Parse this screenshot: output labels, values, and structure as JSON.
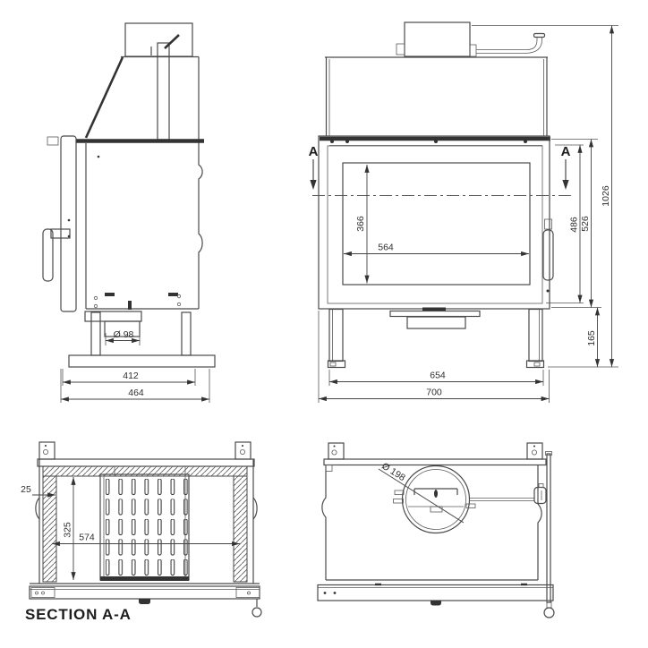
{
  "palette": {
    "background": "#ffffff",
    "line": "#4a4a4a",
    "dark_line": "#333333",
    "text": "#2f2f2f"
  },
  "views": {
    "side_view": {
      "dims": {
        "flue_diameter": "Ø 98",
        "base_width": "412",
        "overall_depth": "464"
      }
    },
    "front_view": {
      "marker": "A",
      "dims": {
        "glass_height": "366",
        "glass_width": "564",
        "firebox_height": "486",
        "body_height": "526",
        "overall_height": "1026",
        "leg_height": "165",
        "leg_span": "654",
        "overall_width": "700"
      }
    },
    "section_view": {
      "title": "SECTION A-A",
      "dims": {
        "wall_thickness": "25",
        "inner_depth": "325",
        "inner_width": "574"
      }
    },
    "top_view": {
      "dims": {
        "flue_diameter": "Ø 198"
      }
    }
  }
}
